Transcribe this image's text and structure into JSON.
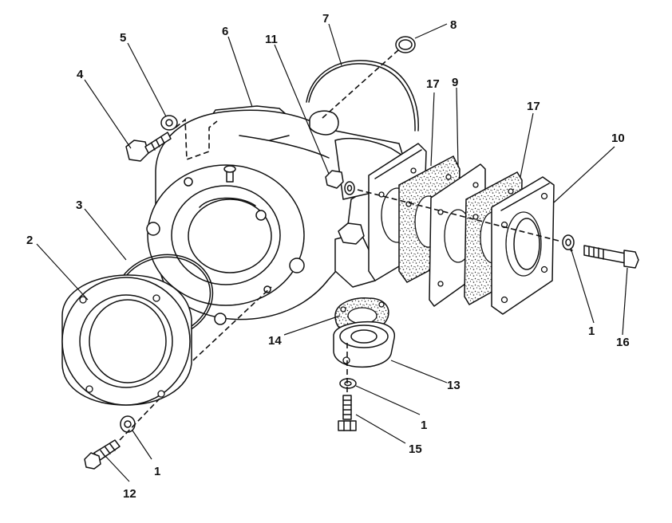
{
  "callouts": [
    {
      "id": "c-1a",
      "text": "1"
    },
    {
      "id": "c-1b",
      "text": "1"
    },
    {
      "id": "c-1c",
      "text": "1"
    },
    {
      "id": "c-2",
      "text": "2"
    },
    {
      "id": "c-3",
      "text": "3"
    },
    {
      "id": "c-4",
      "text": "4"
    },
    {
      "id": "c-5",
      "text": "5"
    },
    {
      "id": "c-6",
      "text": "6"
    },
    {
      "id": "c-7",
      "text": "7"
    },
    {
      "id": "c-8",
      "text": "8"
    },
    {
      "id": "c-9",
      "text": "9"
    },
    {
      "id": "c-10",
      "text": "10"
    },
    {
      "id": "c-11",
      "text": "11"
    },
    {
      "id": "c-12",
      "text": "12"
    },
    {
      "id": "c-13",
      "text": "13"
    },
    {
      "id": "c-14",
      "text": "14"
    },
    {
      "id": "c-15",
      "text": "15"
    },
    {
      "id": "c-16",
      "text": "16"
    },
    {
      "id": "c-17a",
      "text": "17"
    },
    {
      "id": "c-17b",
      "text": "17"
    }
  ]
}
